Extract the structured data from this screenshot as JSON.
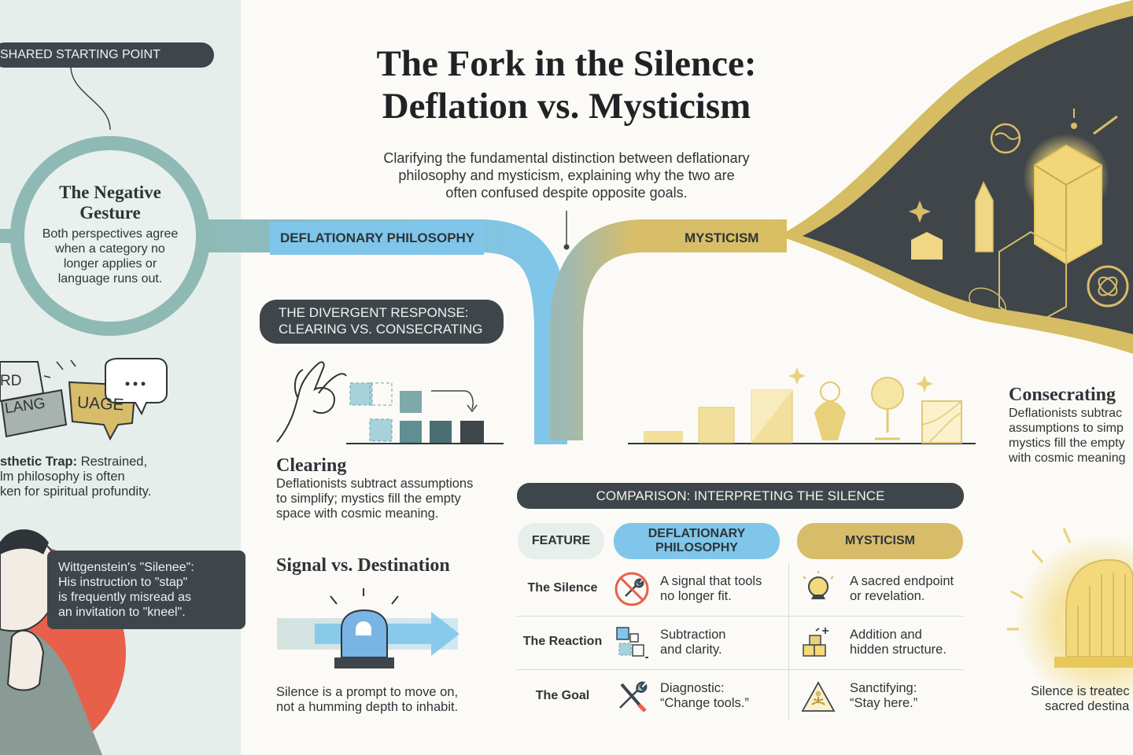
{
  "title": {
    "line1": "The Fork in the Silence:",
    "line2": "Deflation vs. Mysticism"
  },
  "subtitle": {
    "line1": "Clarifying the fundamental distinction between deflationary",
    "line2": "philosophy and mysticism, explaining why the two are",
    "line3": "often confused despite opposite goals."
  },
  "shared": {
    "label": "SHARED STARTING POINT",
    "heading_line1": "The Negative",
    "heading_line2": "Gesture",
    "text_line1": "Both perspectives agree",
    "text_line2": "when a category no",
    "text_line3": "longer applies or",
    "text_line4": "language runs out."
  },
  "branches": {
    "left": "DEFLATIONARY PHILOSOPHY",
    "right": "MYSTICISM"
  },
  "language_fragments": [
    "RD",
    "LANG",
    "UAGE"
  ],
  "trap": {
    "line1_bold": "sthetic Trap:",
    "line1_rest": " Restrained,",
    "line2": "lm philosophy is often",
    "line3": "ken for spiritual profundity."
  },
  "wittgenstein": {
    "line1": "Wittgenstein's \"Silenee\":",
    "line2": "His instruction to \"stap\"",
    "line3": "is frequently misread as",
    "line4": "an invitation to \"kneel\"."
  },
  "divergent": {
    "line1": "THE DIVERGENT RESPONSE:",
    "line2": "CLEARING VS. CONSECRATING"
  },
  "clearing": {
    "heading": "Clearing",
    "line1": "Deflationists subtract assumptions",
    "line2": "to simplify; mystics fill the empty",
    "line3": "space with cosmic meaning."
  },
  "signal": {
    "heading": "Signal vs. Destination",
    "line1": "Silence is a prompt to move on,",
    "line2": "not a humming depth to inhabit."
  },
  "consecrating": {
    "heading": "Consecrating",
    "line1": "Deflationists subtrac",
    "line2": "assumptions to simp",
    "line3": "mystics fill the empty",
    "line4": "with cosmic meaning"
  },
  "silence_caption": {
    "line1": "Silence is treatec",
    "line2": "sacred destina"
  },
  "comparison": {
    "banner": "COMPARISON: INTERPRETING THE SILENCE",
    "headers": {
      "feature": "FEATURE",
      "deflation_line1": "DEFLATIONARY",
      "deflation_line2": "PHILOSOPHY",
      "mysticism": "MYSTICISM"
    },
    "rows": [
      {
        "feature": "The Silence",
        "deflation_icon": "no-wrench-icon",
        "deflation_line1": "A signal that tools",
        "deflation_line2": "no longer fit.",
        "mysticism_icon": "glowing-orb-icon",
        "mysticism_line1": "A sacred endpoint",
        "mysticism_line2": "or revelation."
      },
      {
        "feature": "The Reaction",
        "deflation_icon": "subtract-blocks-icon",
        "deflation_line1": "Subtraction",
        "deflation_line2": "and clarity.",
        "mysticism_icon": "add-blocks-icon",
        "mysticism_line1": "Addition and",
        "mysticism_line2": "hidden structure."
      },
      {
        "feature": "The Goal",
        "deflation_icon": "tools-icon",
        "deflation_line1": "Diagnostic:",
        "deflation_line2": "“Change tools.”",
        "mysticism_icon": "meditating-figure-icon",
        "mysticism_line1": "Sanctifying:",
        "mysticism_line2": "“Stay here.”"
      }
    ]
  },
  "colors": {
    "teal": "#8fb9b4",
    "blue": "#7fc6ea",
    "gold": "#d7bd6a",
    "dark": "#3e464b",
    "accent_red": "#e9604a"
  }
}
